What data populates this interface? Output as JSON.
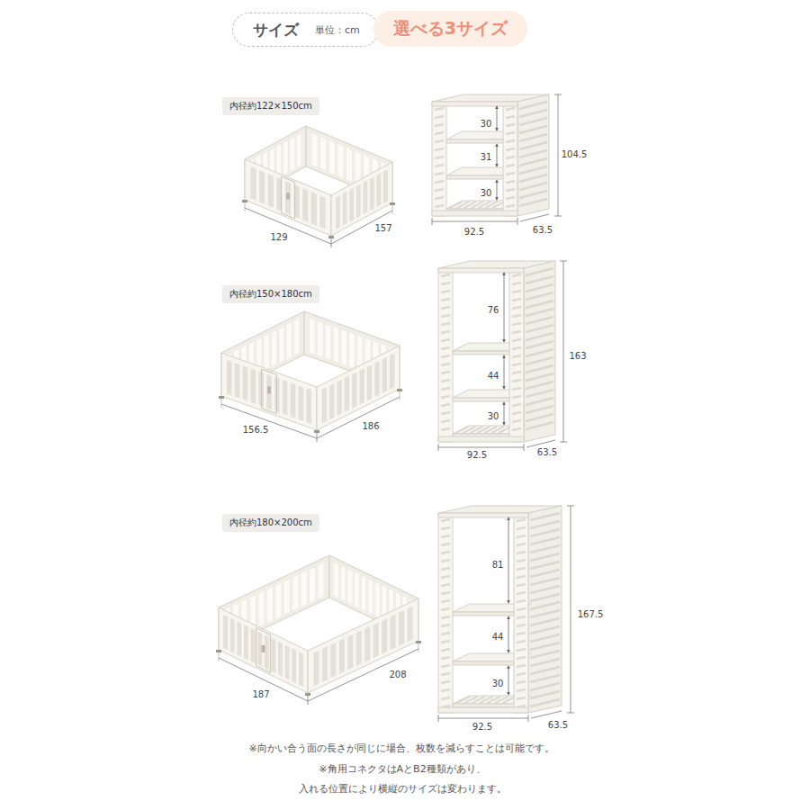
{
  "diagram": {
    "nodes": [
      {
        "text": [
          "サイズ",
          "単位：cm"
        ]
      },
      {
        "text": [
          "選べる3サイズ"
        ]
      },
      {
        "text": [
          "内径約122×150cm"
        ]
      },
      {
        "text": [
          "内径約150×180cm"
        ]
      },
      {
        "text": [
          "内径約180×200cm"
        ]
      }
    ],
    "labels": [
      "129",
      "157",
      "30",
      "31",
      "30",
      "104.5",
      "92.5",
      "63.5",
      "156.5",
      "186",
      "76",
      "44",
      "30",
      "163",
      "92.5",
      "63.5",
      "187",
      "208",
      "81",
      "44",
      "30",
      "167.5",
      "92.5",
      "63.5",
      "※向かい合う面の長さが同じに場合、枚数を減らすことは可能です。",
      "※角用コネクタはAとB2種類があり、",
      "入れる位置により横縦のサイズは変わります。"
    ]
  }
}
